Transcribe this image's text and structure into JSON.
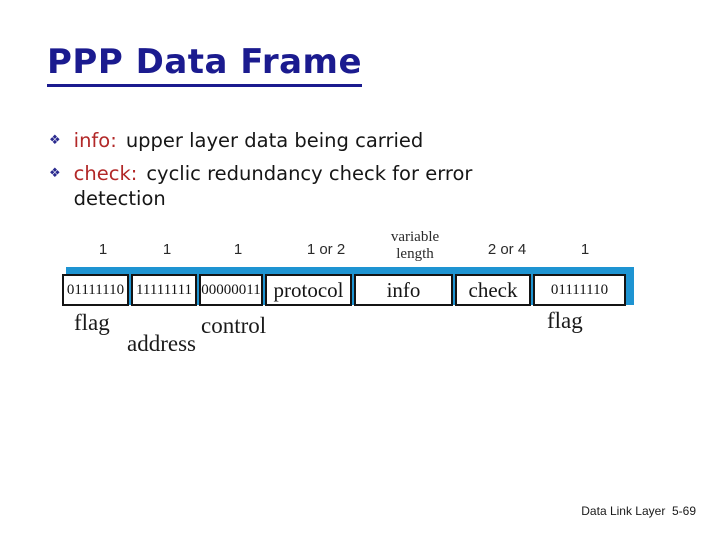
{
  "slide": {
    "title": "PPP Data Frame",
    "footer": "Data Link Layer  5-69"
  },
  "bullets": [
    {
      "lead": "info:",
      "rest": "upper layer data being carried"
    },
    {
      "lead": "check:",
      "rest": "cyclic redundancy check for error\ndetection"
    }
  ],
  "bullet_marker": "❖",
  "diagram": {
    "size_labels": [
      "1",
      "1",
      "1",
      "1 or 2",
      "variable\nlength",
      "2 or 4",
      "1"
    ],
    "fields": [
      "01111110",
      "11111111",
      "00000011",
      "protocol",
      "info",
      "check",
      "01111110"
    ],
    "captions": {
      "flag_left": "flag",
      "address": "address",
      "control": "control",
      "flag_right": "flag"
    },
    "colors": {
      "highlight_bar": "#1e94d2",
      "title_navy": "#1b1b8f",
      "keyword_red": "#b22828"
    }
  }
}
